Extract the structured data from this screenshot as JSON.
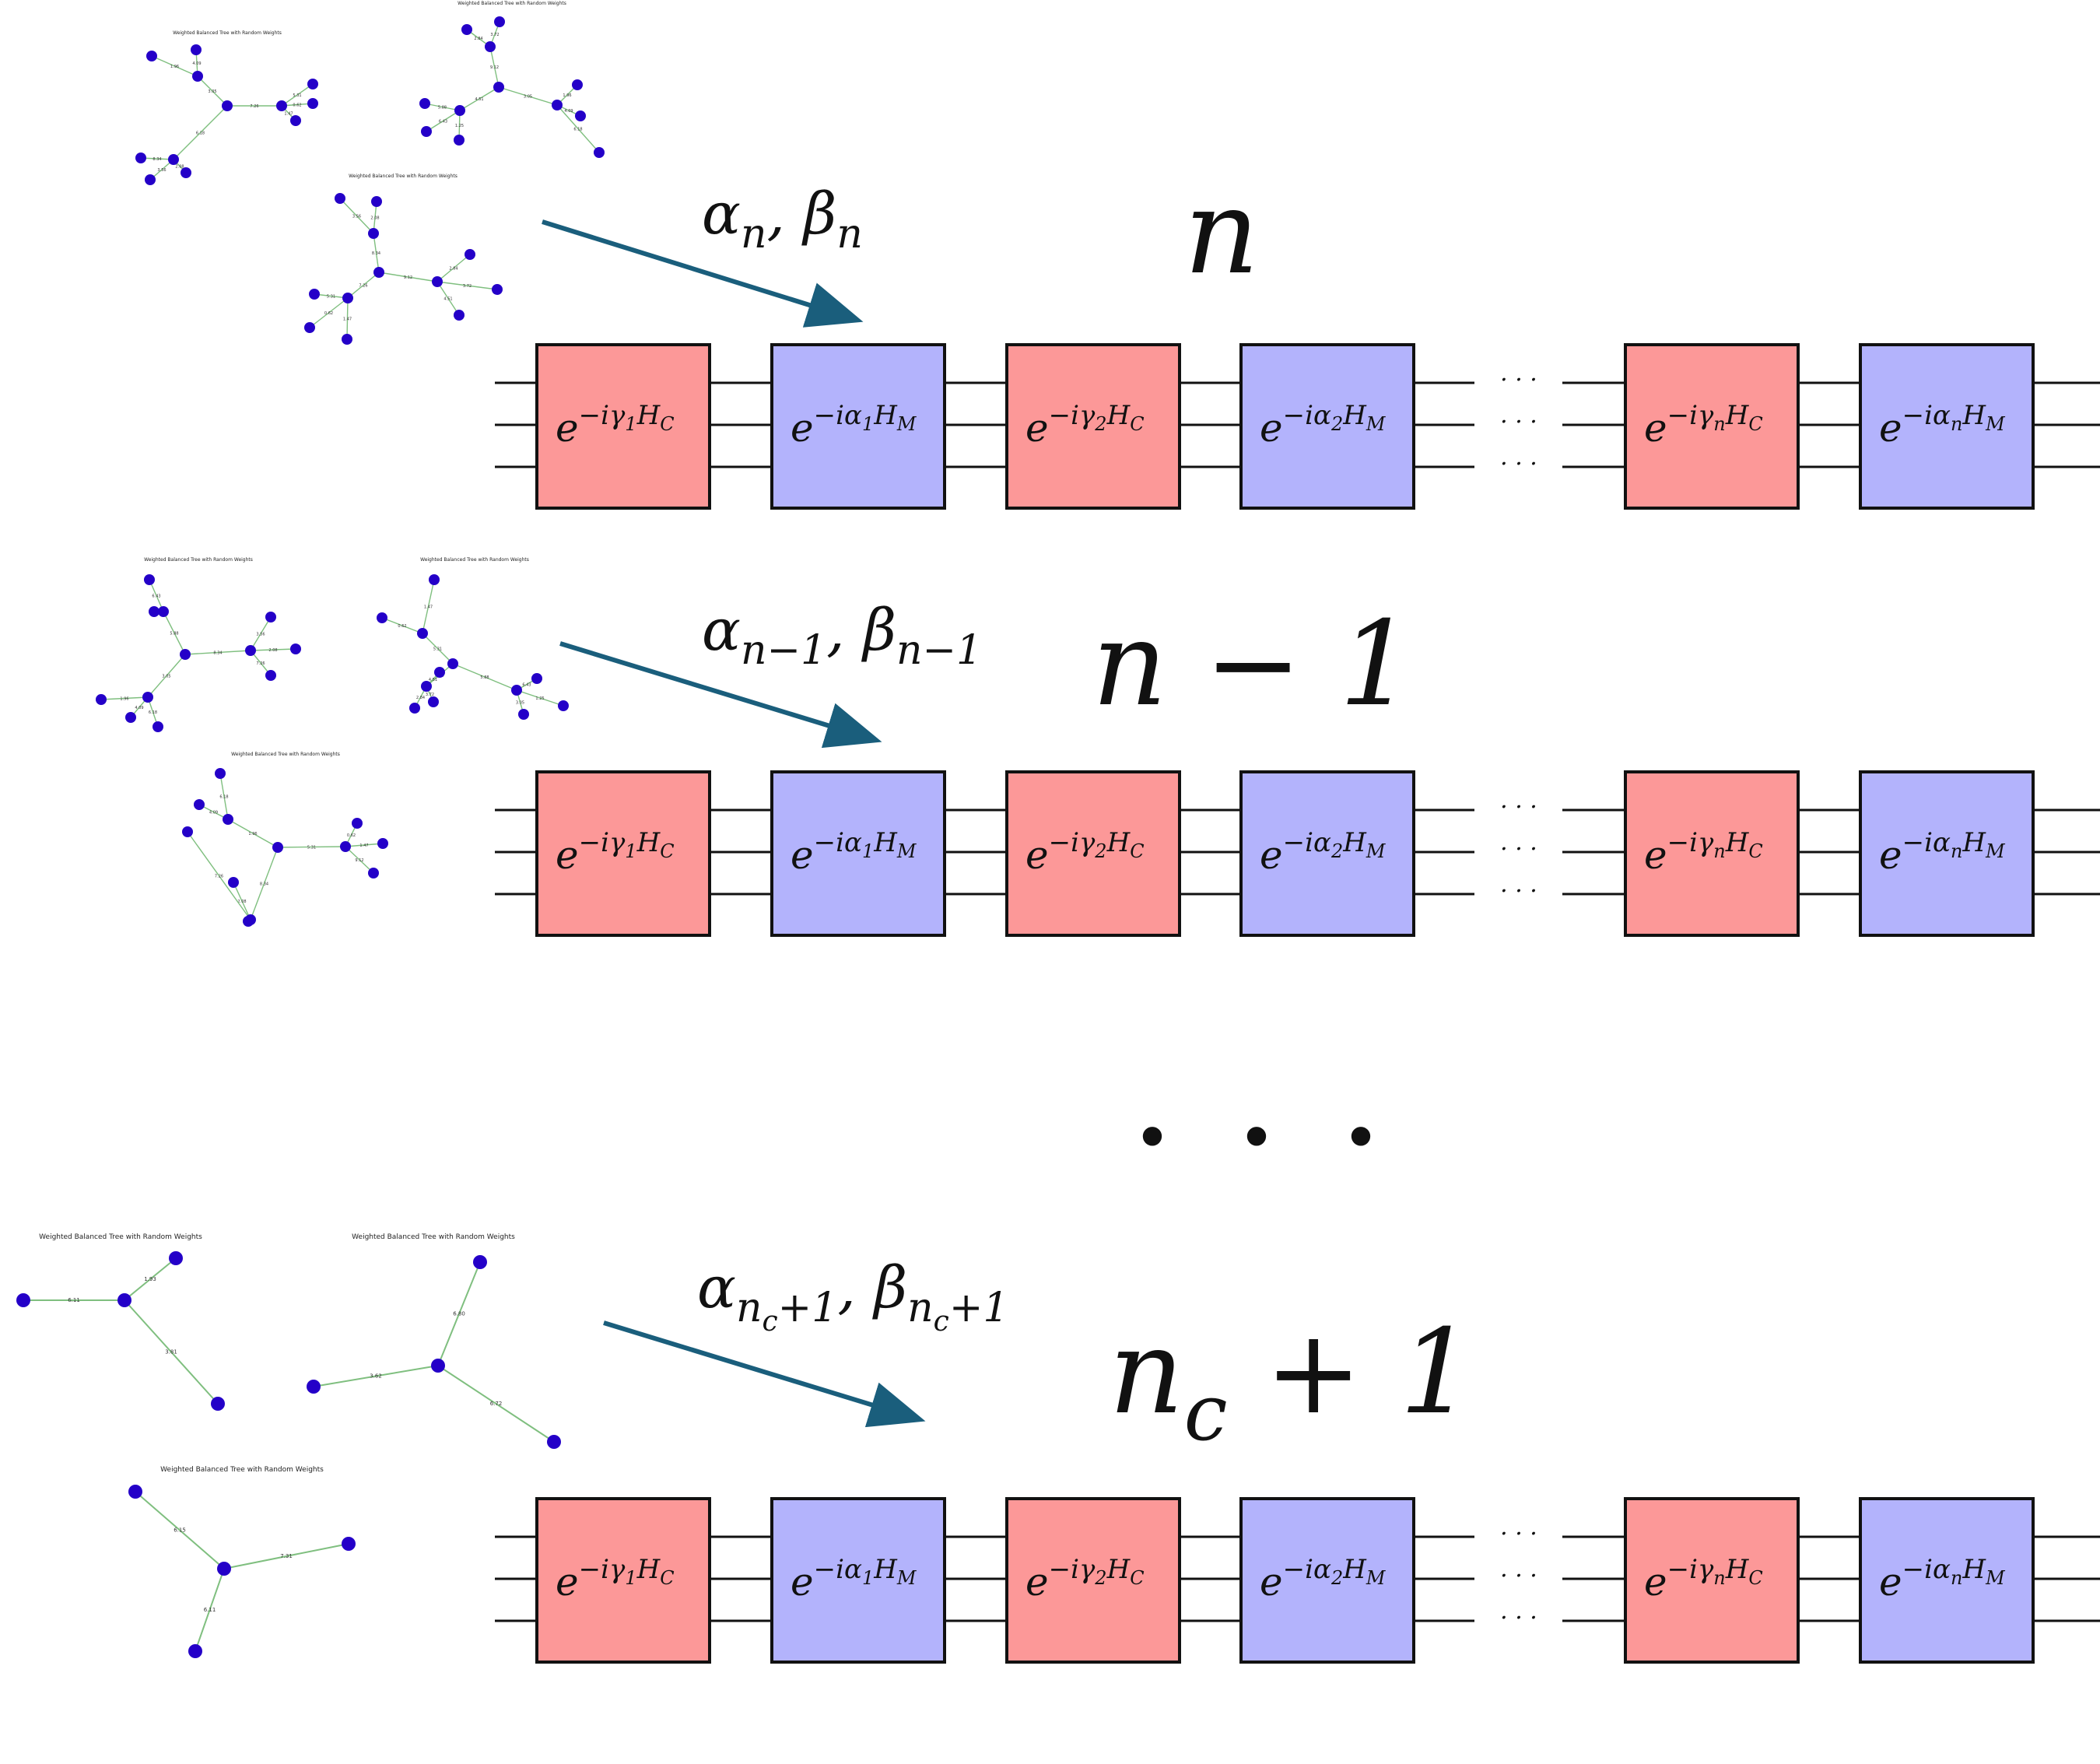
{
  "colors": {
    "cost_gate": "#fc9898",
    "mixer_gate": "#b3b3fc",
    "gate_border": "#111111",
    "wire": "#111111",
    "arrow": "#1a5e7c",
    "node": "#2400c8",
    "edge": "#7fbf7f"
  },
  "sections": [
    {
      "level_label": "n",
      "param_label": {
        "alpha_base": "α",
        "alpha_sub": "n",
        "beta_base": "β",
        "beta_sub": "n"
      },
      "graph_title": "Weighted Balanced Tree with Random Weights"
    },
    {
      "level_label": "n − 1",
      "param_label": {
        "alpha_base": "α",
        "alpha_sub": "n−1",
        "beta_base": "β",
        "beta_sub": "n−1"
      },
      "graph_title": "Weighted Balanced Tree with Random Weights"
    },
    {
      "level_label": "n",
      "level_label_sub": "c",
      "level_label_suffix": " + 1",
      "param_label": {
        "alpha_base": "α",
        "alpha_sub": "n",
        "alpha_subsub": "c",
        "alpha_sub_suffix": "+1",
        "beta_base": "β",
        "beta_sub": "n",
        "beta_subsub": "c",
        "beta_sub_suffix": "+1"
      },
      "graph_title": "Weighted Balanced Tree with Random Weights"
    }
  ],
  "gates": [
    {
      "type": "cost",
      "base": "e",
      "exp_prefix": "−i",
      "angle": "γ",
      "index": "1",
      "ham": "H",
      "ham_sub": "C"
    },
    {
      "type": "mixer",
      "base": "e",
      "exp_prefix": "−i",
      "angle": "α",
      "index": "1",
      "ham": "H",
      "ham_sub": "M"
    },
    {
      "type": "cost",
      "base": "e",
      "exp_prefix": "−i",
      "angle": "γ",
      "index": "2",
      "ham": "H",
      "ham_sub": "C"
    },
    {
      "type": "mixer",
      "base": "e",
      "exp_prefix": "−i",
      "angle": "α",
      "index": "2",
      "ham": "H",
      "ham_sub": "M"
    },
    {
      "type": "cost",
      "base": "e",
      "exp_prefix": "−i",
      "angle": "γ",
      "index": "n",
      "ham": "H",
      "ham_sub": "C"
    },
    {
      "type": "mixer",
      "base": "e",
      "exp_prefix": "−i",
      "angle": "α",
      "index": "n",
      "ham": "H",
      "ham_sub": "M"
    }
  ],
  "wire_ellipsis": "· · ·",
  "vertical_ellipsis": "• • •",
  "edge_weights": {
    "small": [
      "3.05",
      "1.96",
      "4.09",
      "6.18",
      "8.34",
      "3.56",
      "2.08",
      "7.26",
      "5.31",
      "0.62",
      "1.47",
      "9.12",
      "2.84",
      "3.72",
      "4.51",
      "5.88",
      "6.43",
      "1.25"
    ],
    "large": [
      "6.11",
      "1.93",
      "3.81",
      "6.80",
      "3.62",
      "6.72",
      "6.15",
      "7.31"
    ]
  }
}
